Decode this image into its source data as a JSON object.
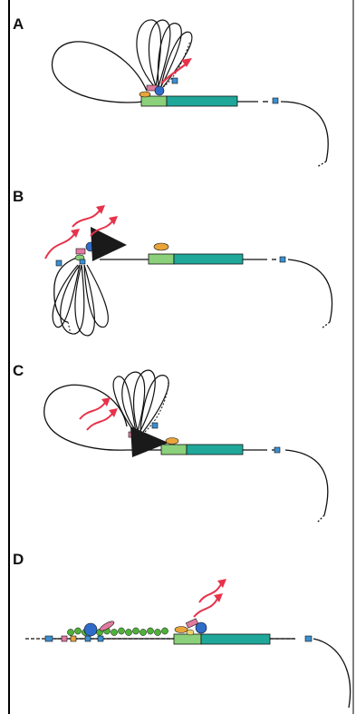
{
  "figure": {
    "panels": [
      {
        "label": "A"
      },
      {
        "label": "B"
      },
      {
        "label": "C"
      },
      {
        "label": "D"
      }
    ],
    "colors": {
      "line": "#111111",
      "green_box": "#8bd07a",
      "teal_box": "#1fa89a",
      "blue_marker": "#3b8fd0",
      "red_arrow": "#e8324a",
      "pink_factor": "#e07ba0",
      "orange_factor": "#e9a43a",
      "blue_factor": "#2f6cc9",
      "dark_triangle": "#1a1a1a",
      "green_bead": "#4fb03a"
    }
  }
}
